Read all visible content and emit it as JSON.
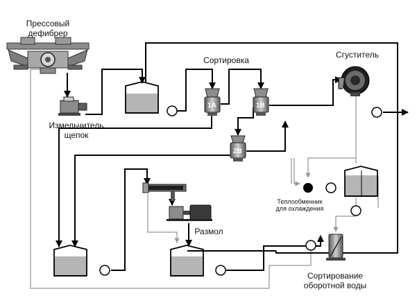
{
  "labels": {
    "defibrator": "Прессовый\nдефибрер",
    "chip_crusher": "Измельчитель\nщепок",
    "screening": "Сортировка",
    "thickener": "Сгуститель",
    "heat_exchanger": "Теплообменник\nдля охлаждения",
    "refining": "Размол",
    "water_screening": "Сортирование\nоборотной воды",
    "screen_1a": "1A",
    "screen_1b": "1B",
    "screen_2b": "2B"
  },
  "colors": {
    "main_line": "#000000",
    "water_line": "#a6a6a6",
    "liquid": "#b5b5b5",
    "equipment": "#8c8c8c"
  }
}
